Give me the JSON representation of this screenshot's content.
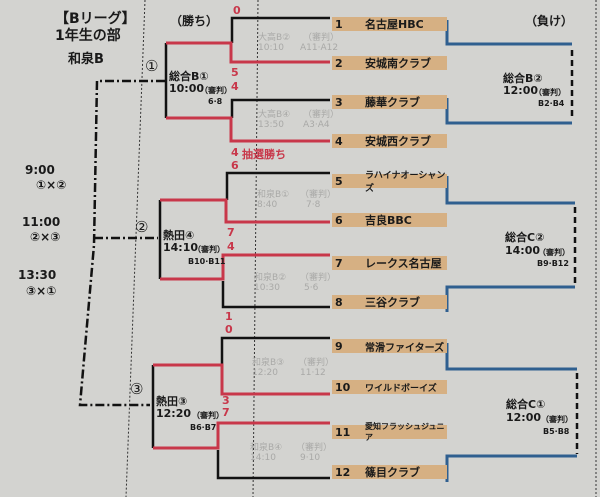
{
  "header": {
    "league": "【Bリーグ】",
    "division": "1年生の部",
    "venue": "和泉B",
    "winners_label": "（勝ち）",
    "losers_label": "（負け）"
  },
  "schedule": [
    {
      "time": "9:00",
      "match": "①×②"
    },
    {
      "time": "11:00",
      "match": "②×③"
    },
    {
      "time": "13:30",
      "match": "③×①"
    }
  ],
  "groups": [
    "①",
    "②",
    "③"
  ],
  "teams": [
    {
      "num": "1",
      "name": "名古屋HBC"
    },
    {
      "num": "2",
      "name": "安城南クラブ"
    },
    {
      "num": "3",
      "name": "藤華クラブ"
    },
    {
      "num": "4",
      "name": "安城西クラブ"
    },
    {
      "num": "5",
      "name": "ラハイナオーシャンズ"
    },
    {
      "num": "6",
      "name": "吉良BBC"
    },
    {
      "num": "7",
      "name": "レークス名古屋"
    },
    {
      "num": "8",
      "name": "三谷クラブ"
    },
    {
      "num": "9",
      "name": "常滑ファイターズ"
    },
    {
      "num": "10",
      "name": "ワイルドボーイズ"
    },
    {
      "num": "11",
      "name": "愛知フラッシュジュニア"
    },
    {
      "num": "12",
      "name": "篠目クラブ"
    }
  ],
  "first_round": [
    {
      "venue": "大高B②",
      "time": "10:10",
      "ref_label": "（審判）",
      "refs": "A11·A12"
    },
    {
      "venue": "大高B④",
      "time": "13:50",
      "ref_label": "（審判）",
      "refs": "A3·A4"
    },
    {
      "venue": "和泉B①",
      "time": "8:40",
      "ref_label": "（審判）",
      "refs": "7·8"
    },
    {
      "venue": "和泉B②",
      "time": "10:30",
      "ref_label": "（審判）",
      "refs": "5·6"
    },
    {
      "venue": "和泉B③",
      "time": "12:20",
      "ref_label": "（審判）",
      "refs": "11·12"
    },
    {
      "venue": "和泉B④",
      "time": "14:10",
      "ref_label": "（審判）",
      "refs": "9·10"
    }
  ],
  "scores": [
    "0",
    "5",
    "4",
    "4",
    "6",
    "7",
    "4",
    "1",
    "0",
    "3",
    "7"
  ],
  "lottery_win": "抽選勝ち",
  "winners_round": [
    {
      "venue": "総合B①",
      "time": "10:00",
      "ref_label": "（審判）",
      "refs": "6·8"
    },
    {
      "venue": "熱田④",
      "time": "14:10",
      "ref_label": "（審判）",
      "refs": "B10·B11"
    },
    {
      "venue": "熱田③",
      "time": "12:20",
      "ref_label": "（審判）",
      "refs": "B6·B7"
    }
  ],
  "losers_round": [
    {
      "venue": "総合B②",
      "time": "12:00",
      "ref_label": "（審判）",
      "refs": "B2·B4"
    },
    {
      "venue": "総合C②",
      "time": "14:00",
      "ref_label": "（審判）",
      "refs": "B9·B12"
    },
    {
      "venue": "総合C①",
      "time": "12:00",
      "ref_label": "（審判）",
      "refs": "B5·B8"
    }
  ],
  "colors": {
    "winner_line": "#c8374a",
    "loser_line": "#2f5f8f",
    "team_bar": "#d6b083"
  }
}
